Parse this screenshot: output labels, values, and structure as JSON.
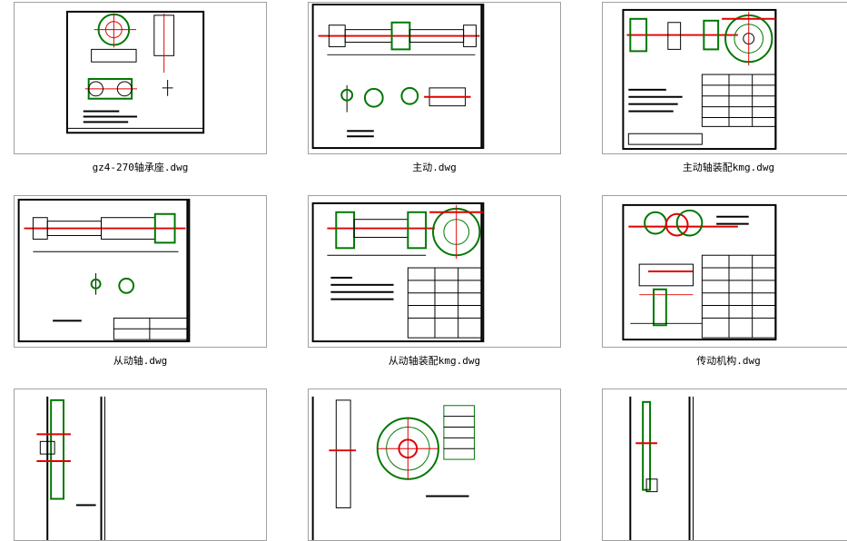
{
  "files": [
    {
      "name": "gz4-270轴承座.dwg",
      "icon": "dwg-thumbnail-bearing-seat"
    },
    {
      "name": "主动.dwg",
      "icon": "dwg-thumbnail-drive-shaft"
    },
    {
      "name": "主动轴装配kmg.dwg",
      "icon": "dwg-thumbnail-drive-assembly"
    },
    {
      "name": "从动轴.dwg",
      "icon": "dwg-thumbnail-driven-shaft"
    },
    {
      "name": "从动轴装配kmg.dwg",
      "icon": "dwg-thumbnail-driven-assembly"
    },
    {
      "name": "传动机构.dwg",
      "icon": "dwg-thumbnail-transmission"
    },
    {
      "name": "",
      "icon": "dwg-thumbnail-part-a"
    },
    {
      "name": "",
      "icon": "dwg-thumbnail-wheel"
    },
    {
      "name": "",
      "icon": "dwg-thumbnail-part-b"
    }
  ],
  "colors": {
    "frame": "#000000",
    "centerline": "#e00000",
    "part": "#007700",
    "border": "#a0a0a0"
  }
}
